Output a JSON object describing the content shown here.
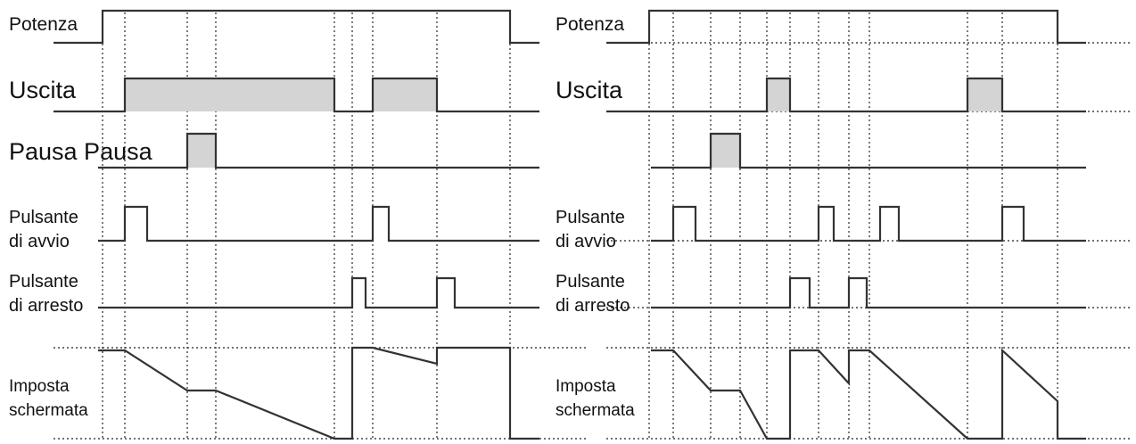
{
  "panels": [
    {
      "id": "left",
      "labels": {
        "power": "Potenza",
        "output": "Uscita",
        "pause": "Pausa Pausa",
        "start_line1": "Pulsante",
        "start_line2": "di avvio",
        "stop_line1": "Pulsante",
        "stop_line2": "di arresto",
        "screen_line1": "Imposta",
        "screen_line2": "schermata"
      }
    },
    {
      "id": "right",
      "labels": {
        "power": "Potenza",
        "output": "Uscita",
        "pause": "",
        "start_line1": "Pulsante",
        "start_line2": "di avvio",
        "stop_line1": "Pulsante",
        "stop_line2": "di arresto",
        "screen_line1": "Imposta",
        "screen_line2": "schermata"
      }
    }
  ],
  "colors": {
    "signal_line": "#333333",
    "pulse_fill": "#d4d4d4",
    "guide_dots": "#444444"
  }
}
